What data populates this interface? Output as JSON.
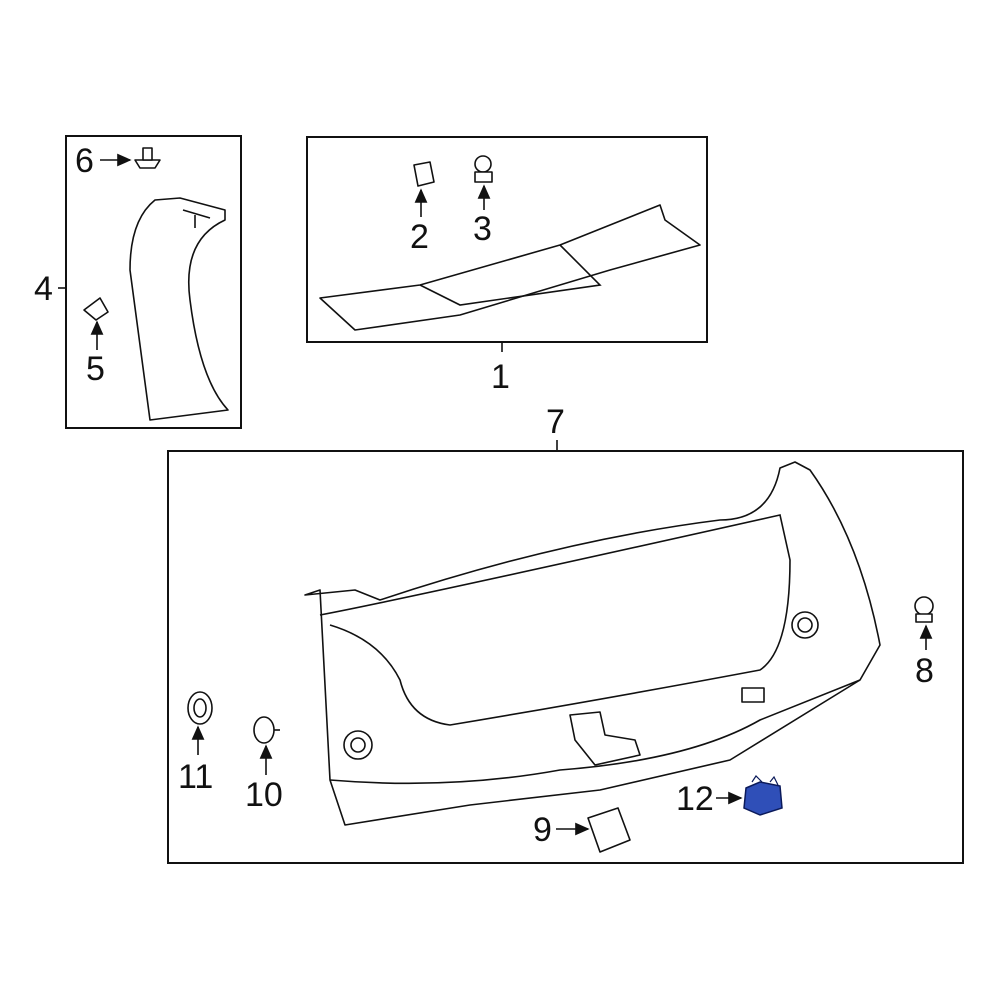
{
  "diagram": {
    "callouts": {
      "c1": "1",
      "c2": "2",
      "c3": "3",
      "c4": "4",
      "c5": "5",
      "c6": "6",
      "c7": "7",
      "c8": "8",
      "c9": "9",
      "c10": "10",
      "c11": "11",
      "c12": "12"
    },
    "highlight_color": "#2f4fb8"
  }
}
